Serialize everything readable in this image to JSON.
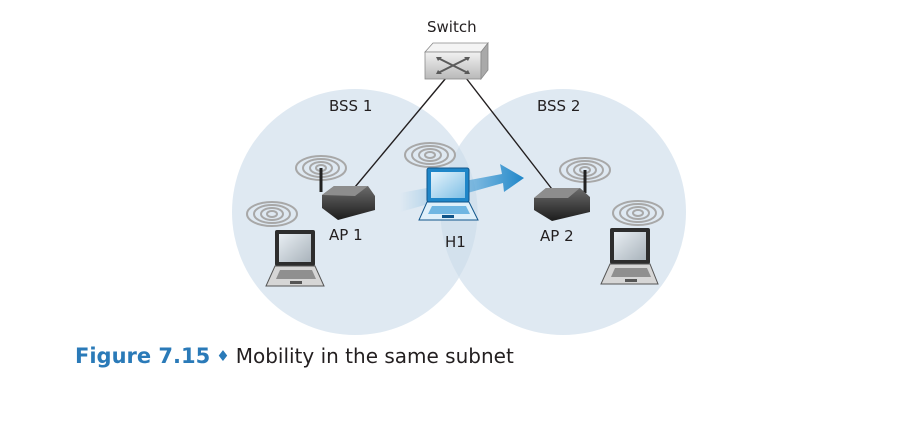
{
  "diagram": {
    "switch_label": "Switch",
    "bss1_label": "BSS 1",
    "bss2_label": "BSS 2",
    "ap1_label": "AP 1",
    "ap2_label": "AP 2",
    "host_label": "H1"
  },
  "caption": {
    "figure_number": "Figure 7.15",
    "separator": "♦",
    "text": "Mobility in the same subnet"
  },
  "colors": {
    "bss_fill": "#dfe9f2",
    "caption_accent": "#2a7ab8",
    "arrow": "#3a98d4"
  }
}
